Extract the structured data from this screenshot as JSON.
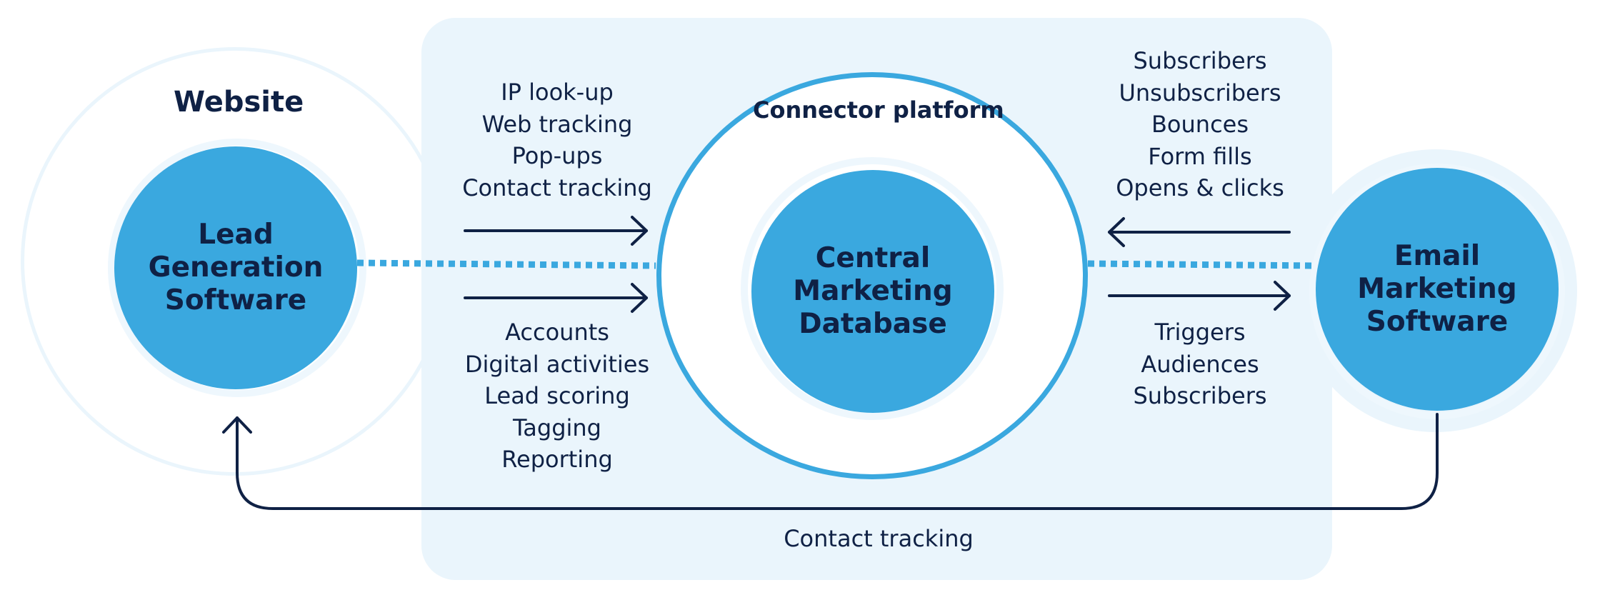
{
  "website": {
    "title": "Website"
  },
  "lead_node": {
    "label": "Lead\nGeneration\nSoftware"
  },
  "connector": {
    "title": "Connector platform"
  },
  "central_node": {
    "label": "Central\nMarketing\nDatabase"
  },
  "email_node": {
    "label": "Email\nMarketing\nSoftware"
  },
  "flows": {
    "lead_to_db_top": [
      "IP look-up",
      "Web tracking",
      "Pop-ups",
      "Contact tracking"
    ],
    "lead_to_db_bottom": [
      "Accounts",
      "Digital activities",
      "Lead scoring",
      "Tagging",
      "Reporting"
    ],
    "email_to_db": [
      "Subscribers",
      "Unsubscribers",
      "Bounces",
      "Form fills",
      "Opens & clicks"
    ],
    "db_to_email": [
      "Triggers",
      "Audiences",
      "Subscribers"
    ]
  },
  "loop": {
    "label": "Contact tracking"
  },
  "colors": {
    "navy": "#0f2145",
    "blue": "#3aa8df",
    "panel": "#eaf5fc"
  }
}
